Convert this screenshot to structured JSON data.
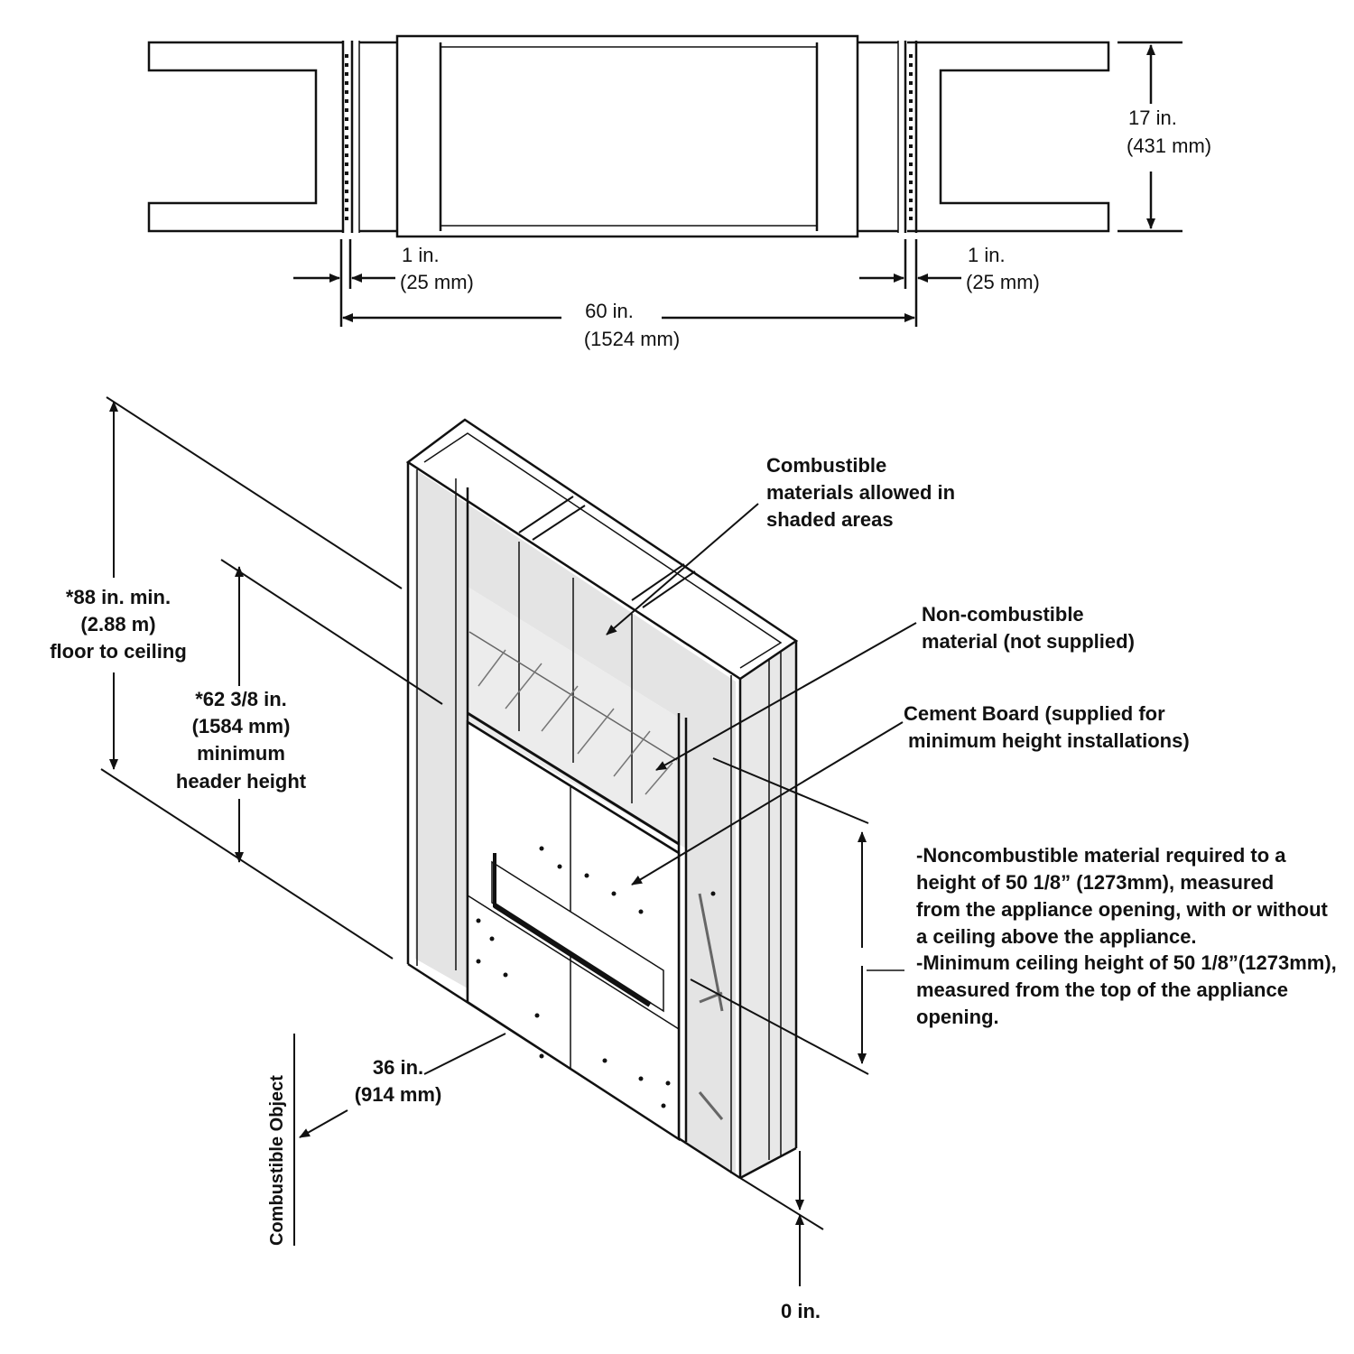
{
  "top_view": {
    "depth_dim": {
      "inch": "17 in.",
      "mm": "(431 mm)"
    },
    "left_gap_dim": {
      "inch": "1 in.",
      "mm": "(25 mm)"
    },
    "right_gap_dim": {
      "inch": "1 in.",
      "mm": "(25 mm)"
    },
    "width_dim": {
      "inch": "60 in.",
      "mm": "(1524 mm)"
    }
  },
  "iso_view": {
    "floor_ceiling_dim": [
      "*88 in. min.",
      "(2.88 m)",
      "floor to ceiling"
    ],
    "header_dim": [
      "*62 3/8 in.",
      "(1584 mm)",
      "minimum",
      "header height"
    ],
    "side_dim": {
      "inch": "36 in.",
      "mm": "(914 mm)"
    },
    "combustible_object": "Combustible Object",
    "zero_label": "0 in.",
    "callouts": {
      "combustible": [
        "Combustible",
        "materials allowed in",
        "shaded areas"
      ],
      "noncombustible": [
        "Non-combustible",
        "material (not supplied)"
      ],
      "cement_board": [
        "Cement Board (supplied for",
        "minimum height installations)"
      ]
    },
    "notes": [
      "-Noncombustible material required to a",
      "height of 50 1/8” (1273mm), measured",
      "from the appliance opening, with or without",
      "a ceiling above the appliance.",
      "-Minimum ceiling height of 50 1/8”(1273mm),",
      "measured from the top of the appliance",
      "opening."
    ]
  }
}
